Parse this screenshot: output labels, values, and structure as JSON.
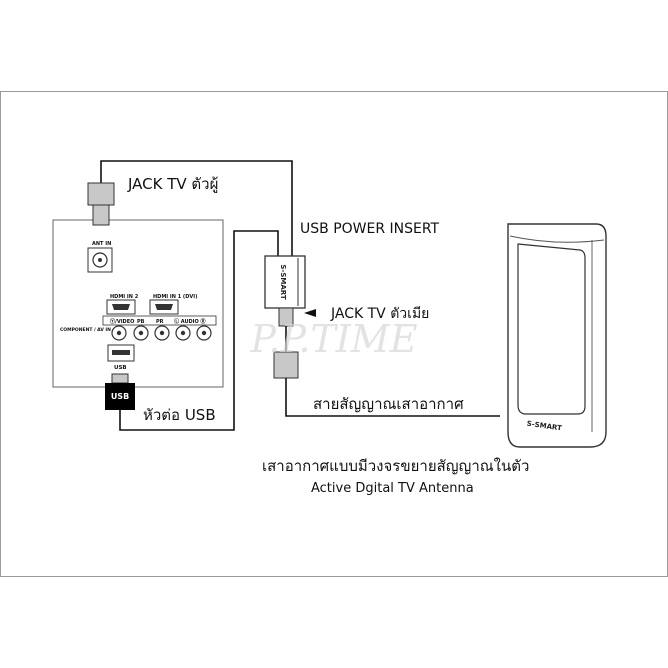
{
  "labels": {
    "jack_tv_male": "JACK TV ตัวผู้",
    "usb_power_insert": "USB POWER INSERT",
    "jack_tv_female": "JACK TV ตัวเมีย",
    "usb_connector": "หัวต่อ USB",
    "antenna_cable": "สายสัญญาณเสาอากาศ",
    "caption_thai": "เสาอากาศแบบมีวงจรขยายสัญญาณในตัว",
    "caption_english": "Active Dgital TV Antenna"
  },
  "tv_panel": {
    "ant_in": "ANT IN",
    "hdmi_in_2": "HDMI IN 2",
    "hdmi_in_1": "HDMI IN 1 (DVI)",
    "component_av_in": "COMPONENT / AV IN",
    "video": "Ⓨ/VIDEO",
    "pb": "PB",
    "pr": "PR",
    "audio_l": "Ⓛ AUDIO Ⓡ",
    "usb": "USB"
  },
  "devices": {
    "usb_plug_label": "USB",
    "power_insert_brand": "S-SMART",
    "antenna_brand": "S-SMART"
  },
  "watermark": "P.P.TIME",
  "colors": {
    "line": "#111111",
    "plug_fill": "#c8c8c8",
    "border": "#9a9a9a"
  }
}
